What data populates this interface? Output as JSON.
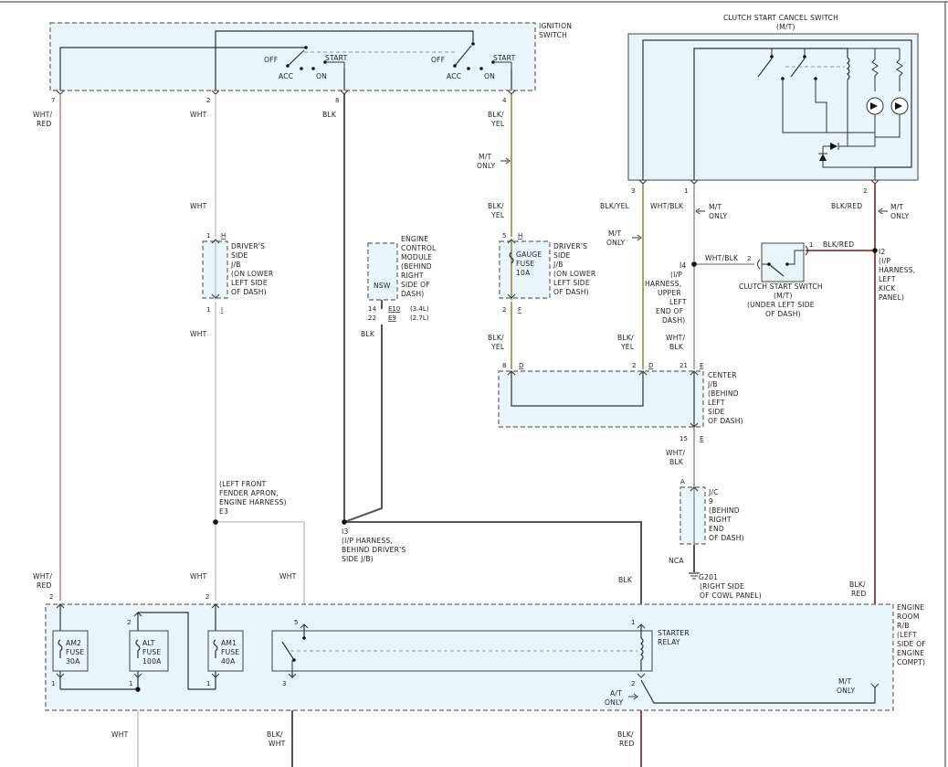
{
  "ignition_switch": {
    "title_line1": "IGNITION",
    "title_line2": "SWITCH",
    "off_left": "OFF",
    "start_left": "START",
    "acc_left": "ACC",
    "on_left": "ON",
    "off_right": "OFF",
    "start_right": "START",
    "acc_right": "ACC",
    "on_right": "ON",
    "pins": [
      "7",
      "2",
      "8",
      "4"
    ]
  },
  "clutch_cancel_switch": {
    "title_line1": "CLUTCH START CANCEL SWITCH",
    "title_line2": "(M/T)",
    "pins": [
      "3",
      "1",
      "2"
    ]
  },
  "wires": {
    "wht_red": [
      "WHT/",
      "RED"
    ],
    "wht": "WHT",
    "blk": "BLK",
    "blk_yel": [
      "BLK/",
      "YEL"
    ],
    "blk_yel_single": "BLK/YEL",
    "wht_blk_single": "WHT/BLK",
    "blk_red_single": "BLK/RED",
    "wht_blk": [
      "WHT/",
      "BLK"
    ],
    "blk_red": [
      "BLK/",
      "RED"
    ],
    "blk_wht": [
      "BLK/",
      "WHT"
    ],
    "nca": "NCA"
  },
  "mt_only": [
    "M/T",
    "ONLY"
  ],
  "at_only": [
    "A/T",
    "ONLY"
  ],
  "drivers_jb_left": {
    "lines": [
      "DRIVER'S",
      "SIDE",
      "J/B",
      "(ON LOWER",
      "LEFT SIDE",
      "OF DASH)"
    ],
    "pin_top": "1",
    "conn_top": "H",
    "pin_bottom": "1",
    "conn_bottom": "I"
  },
  "ecm": {
    "lines": [
      "ENGINE",
      "CONTROL",
      "MODULE",
      "(BEHIND",
      "RIGHT",
      "SIDE OF",
      "DASH)"
    ],
    "label": "NSW",
    "pin_a": "14",
    "conn_a": "E10",
    "note_a": "(3.4L)",
    "pin_b": "22",
    "conn_b": "E9",
    "note_b": "(2.7L)"
  },
  "gauge_fuse": {
    "name": "GAUGE",
    "type": "FUSE",
    "rating": "10A",
    "pin_top": "5",
    "conn_top": "H",
    "pin_bottom": "2",
    "conn_bottom": "F"
  },
  "drivers_jb_right": {
    "lines": [
      "DRIVER'S",
      "SIDE",
      "J/B",
      "(ON LOWER",
      "LEFT SIDE",
      "OF DASH)"
    ]
  },
  "splice_i4": {
    "name": "I4",
    "lines": [
      "(I/P",
      "HARNESS,",
      "UPPER",
      "LEFT",
      "END OF",
      "DASH)"
    ]
  },
  "splice_i2": {
    "name": "I2",
    "lines": [
      "(I/P",
      "HARNESS,",
      "LEFT",
      "KICK",
      "PANEL)"
    ]
  },
  "clutch_start_switch": {
    "lines": [
      "CLUTCH START SWITCH",
      "(M/T)",
      "(UNDER LEFT SIDE",
      "OF DASH)"
    ],
    "pin_left": "2",
    "pin_right": "1"
  },
  "center_jb": {
    "lines": [
      "CENTER",
      "J/B",
      "(BEHIND",
      "LEFT",
      "SIDE",
      "OF DASH)"
    ],
    "pins": [
      "8",
      "2",
      "21",
      "15"
    ],
    "conns": [
      "D",
      "D",
      "E",
      "E"
    ]
  },
  "jc": {
    "lines": [
      "J/C",
      "9",
      "(BEHIND",
      "RIGHT",
      "END",
      "OF DASH)"
    ],
    "pin": "A"
  },
  "ground": {
    "name": "G201",
    "lines": [
      "(RIGHT SIDE",
      "OF COWL PANEL)"
    ]
  },
  "splice_e3": {
    "lines": [
      "(LEFT FRONT",
      "FENDER APRON,",
      "ENGINE HARNESS)",
      "E3"
    ]
  },
  "splice_i3": {
    "lines": [
      "I3",
      "(I/P HARNESS,",
      "BEHIND DRIVER'S",
      "SIDE J/B)"
    ]
  },
  "engine_rb": {
    "lines": [
      "ENGINE",
      "ROOM",
      "R/B",
      "(LEFT",
      "SIDE OF",
      "ENGINE",
      "COMPT)"
    ]
  },
  "fuses": [
    {
      "name": "AM2",
      "type": "FUSE",
      "rating": "30A"
    },
    {
      "name": "ALT",
      "type": "FUSE",
      "rating": "100A"
    },
    {
      "name": "AM1",
      "type": "FUSE",
      "rating": "40A"
    }
  ],
  "starter_relay": {
    "lines": [
      "STARTER",
      "RELAY"
    ]
  },
  "rb_pins": [
    "2",
    "1",
    "2",
    "1",
    "2",
    "1",
    "5",
    "3",
    "1",
    "2"
  ]
}
